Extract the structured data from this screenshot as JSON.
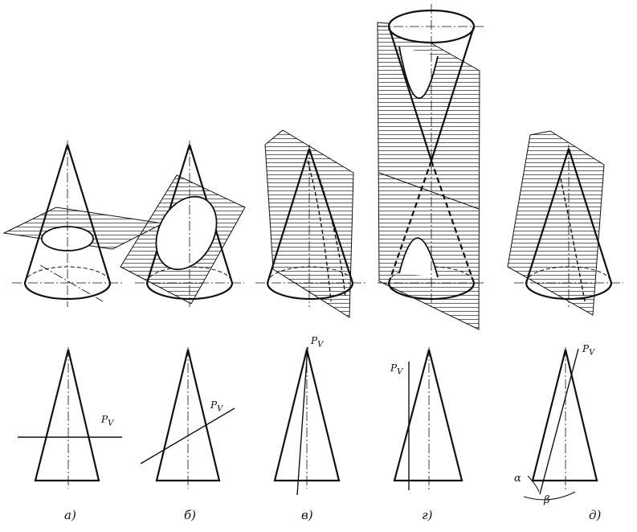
{
  "captions": [
    "а)",
    "б)",
    "в)",
    "г)",
    "д)"
  ],
  "plane_trace": "P",
  "plane_trace_sub": "V",
  "angle_alpha": "α",
  "angle_beta": "β",
  "colors": {
    "ink": "#111111",
    "hatch": "#6a6a6a",
    "paper": "#ffffff"
  }
}
